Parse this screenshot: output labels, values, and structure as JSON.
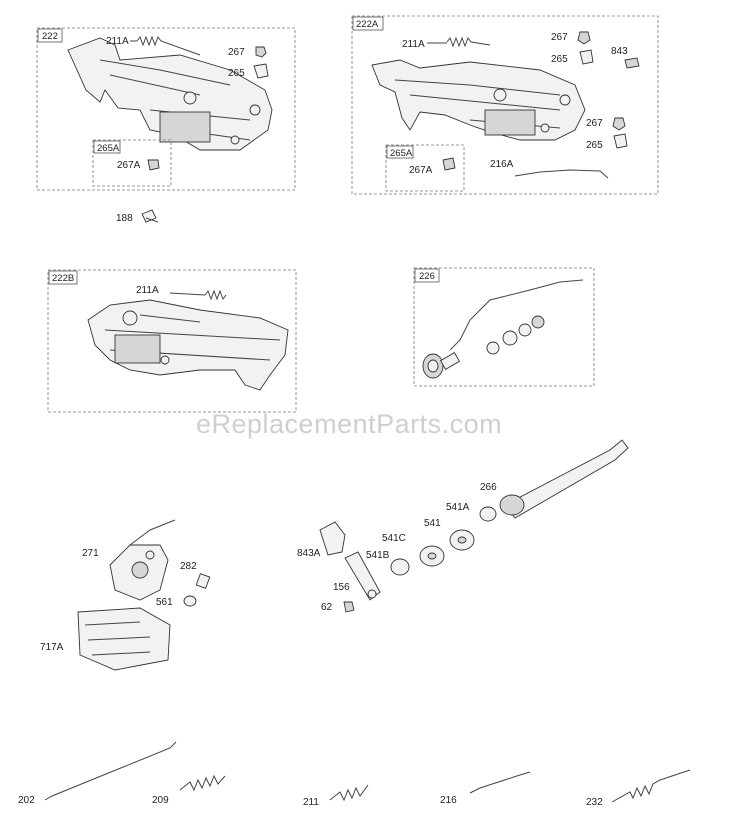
{
  "watermark": "eReplacementParts.com",
  "groups": [
    {
      "tag": "222",
      "labels": [
        "211A",
        "267",
        "265"
      ],
      "subgroup": {
        "tag": "265A",
        "labels": [
          "267A"
        ]
      }
    },
    {
      "tag": "222A",
      "labels": [
        "211A",
        "267",
        "843",
        "265",
        "267",
        "265",
        "216A"
      ],
      "subgroup": {
        "tag": "265A",
        "labels": [
          "267A"
        ]
      }
    },
    {
      "tag": "222B",
      "labels": [
        "211A"
      ]
    },
    {
      "tag": "226",
      "labels": []
    }
  ],
  "callouts": {
    "c188": "188",
    "c271": "271",
    "c282": "282",
    "c561": "561",
    "c717A": "717A",
    "c843A": "843A",
    "c156": "156",
    "c62": "62",
    "c541B": "541B",
    "c541C": "541C",
    "c541": "541",
    "c541A": "541A",
    "c266": "266",
    "c202": "202",
    "c209": "209",
    "c211": "211",
    "c216": "216",
    "c232": "232"
  }
}
